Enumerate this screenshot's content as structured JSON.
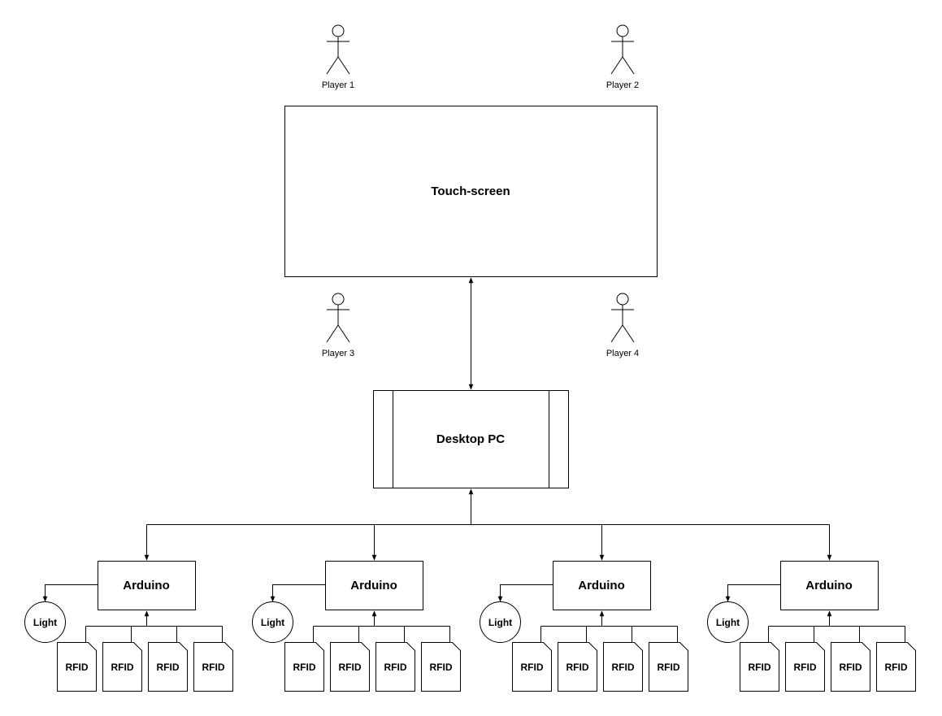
{
  "touchscreen": {
    "label": "Touch-screen"
  },
  "desktop": {
    "label": "Desktop PC"
  },
  "players": [
    {
      "label": "Player 1"
    },
    {
      "label": "Player 2"
    },
    {
      "label": "Player 3"
    },
    {
      "label": "Player 4"
    }
  ],
  "arduino_label": "Arduino",
  "light_label": "Light",
  "rfid_label": "RFID",
  "groups_count": 4,
  "rfids_per_group": 4
}
